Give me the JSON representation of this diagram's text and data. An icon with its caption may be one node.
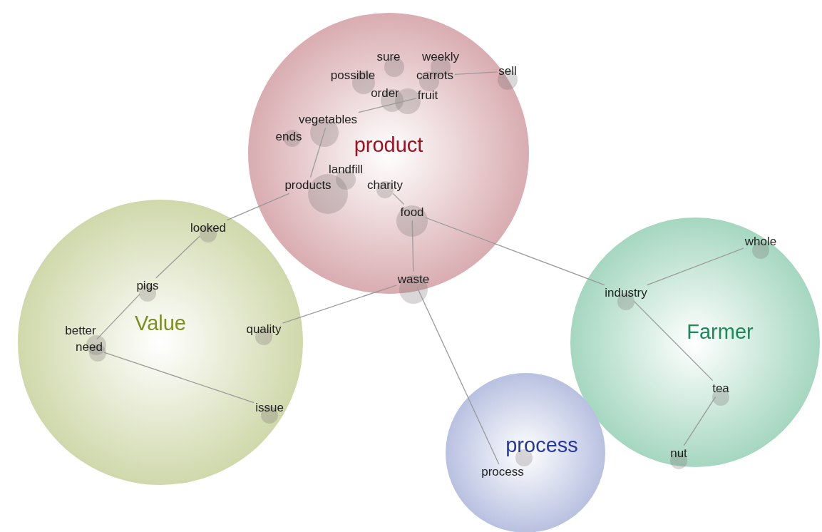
{
  "diagram": {
    "nodes": [
      {
        "text": [
          "product"
        ]
      },
      {
        "text": [
          "sure"
        ],
        "in": 0
      },
      {
        "text": [
          "weekly"
        ],
        "in": 0
      },
      {
        "text": [
          "possible"
        ],
        "in": 0
      },
      {
        "text": [
          "carrots"
        ],
        "in": 0
      },
      {
        "text": [
          "sell"
        ],
        "in": 0
      },
      {
        "text": [
          "order"
        ],
        "in": 0
      },
      {
        "text": [
          "fruit"
        ],
        "in": 0
      },
      {
        "text": [
          "vegetables"
        ],
        "in": 0
      },
      {
        "text": [
          "ends"
        ],
        "in": 0
      },
      {
        "text": [
          "landfill"
        ],
        "in": 0
      },
      {
        "text": [
          "products"
        ],
        "in": 0
      },
      {
        "text": [
          "charity"
        ],
        "in": 0
      },
      {
        "text": [
          "food"
        ],
        "in": 0
      },
      {
        "text": [
          "waste"
        ],
        "in": 0
      },
      {
        "text": [
          "Value"
        ]
      },
      {
        "text": [
          "looked"
        ],
        "in": 15
      },
      {
        "text": [
          "pigs"
        ],
        "in": 15
      },
      {
        "text": [
          "better"
        ],
        "in": 15
      },
      {
        "text": [
          "need"
        ],
        "in": 15
      },
      {
        "text": [
          "quality"
        ],
        "in": 15
      },
      {
        "text": [
          "issue"
        ],
        "in": 15
      },
      {
        "text": [
          "Farmer"
        ]
      },
      {
        "text": [
          "whole"
        ],
        "in": 22
      },
      {
        "text": [
          "industry"
        ],
        "in": 22
      },
      {
        "text": [
          "tea"
        ],
        "in": 22
      },
      {
        "text": [
          "nut"
        ],
        "in": 22
      },
      {
        "text": [
          "process"
        ]
      },
      {
        "text": [
          "process"
        ],
        "in": 27
      }
    ],
    "edges": [
      {
        "from": 5,
        "to": 4,
        "arrow": "none"
      },
      {
        "from": 7,
        "to": 8,
        "arrow": "none"
      },
      {
        "from": 8,
        "to": 11,
        "arrow": "none"
      },
      {
        "from": 11,
        "to": 16,
        "arrow": "none"
      },
      {
        "from": 12,
        "to": 13,
        "arrow": "none"
      },
      {
        "from": 13,
        "to": 14,
        "arrow": "none"
      },
      {
        "from": 13,
        "to": 24,
        "arrow": "none"
      },
      {
        "from": 14,
        "to": 20,
        "arrow": "none"
      },
      {
        "from": 14,
        "to": 28,
        "arrow": "none"
      },
      {
        "from": 16,
        "to": 17,
        "arrow": "none"
      },
      {
        "from": 17,
        "to": 19,
        "arrow": "none"
      },
      {
        "from": 19,
        "to": 21,
        "arrow": "none"
      },
      {
        "from": 24,
        "to": 23,
        "arrow": "none"
      },
      {
        "from": 24,
        "to": 25,
        "arrow": "none"
      },
      {
        "from": 25,
        "to": 26,
        "arrow": "none"
      }
    ]
  }
}
